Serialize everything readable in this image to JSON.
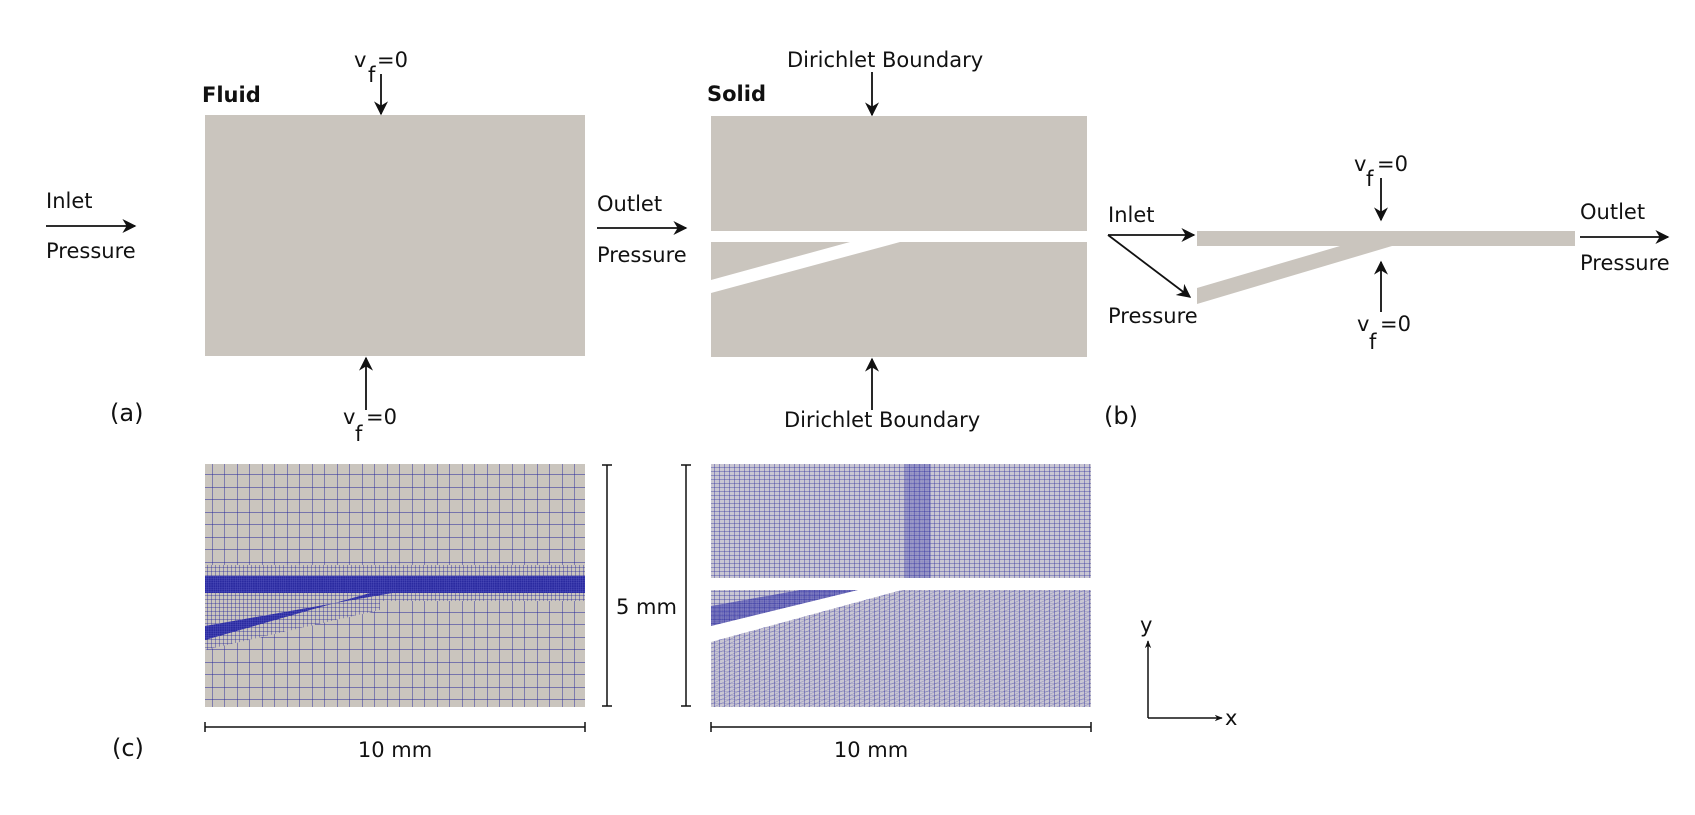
{
  "colors": {
    "domain_fill": "#cac5be",
    "mesh_blue": "#23239a",
    "ink": "#111111"
  },
  "panel_a": {
    "tag": "(a)",
    "fluid": {
      "title": "Fluid",
      "inlet": "Inlet",
      "inlet_pressure": "Pressure",
      "top_bc_v": "v",
      "top_bc_sub": "f",
      "top_bc_val": "=0",
      "bottom_bc_v": "v",
      "bottom_bc_sub": "f",
      "bottom_bc_val": "=0"
    },
    "solid": {
      "title": "Solid",
      "outlet": "Outlet",
      "outlet_pressure": "Pressure",
      "top_bc": "Dirichlet Boundary",
      "bottom_bc": "Dirichlet Boundary"
    }
  },
  "panel_b": {
    "tag": "(b)",
    "inlet": "Inlet",
    "inlet_pressure": "Pressure",
    "outlet": "Outlet",
    "outlet_pressure": "Pressure",
    "top_bc_v": "v",
    "top_bc_sub": "f",
    "top_bc_val": "=0",
    "bottom_bc_v": "v",
    "bottom_bc_sub": "f",
    "bottom_bc_val": "=0"
  },
  "panel_c": {
    "tag": "(c)",
    "fluid_width": "10 mm",
    "height": "5 mm",
    "solid_width": "10 mm",
    "axis_y": "y",
    "axis_x": "x"
  }
}
